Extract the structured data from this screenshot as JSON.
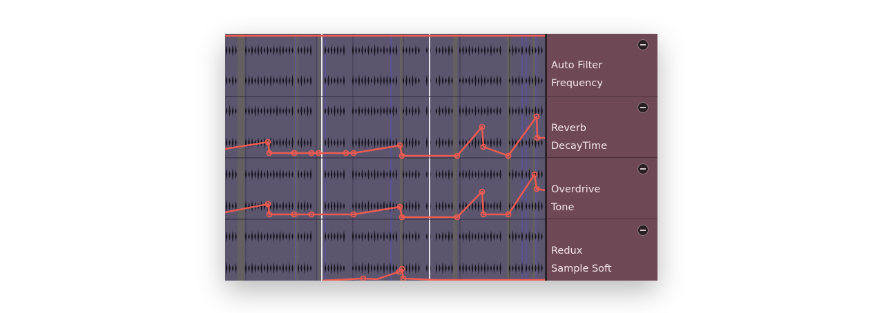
{
  "automation_lanes": [
    {
      "device": "Auto Filter",
      "parameter": "Frequency",
      "remove_icon": "minus-circle-icon"
    },
    {
      "device": "Reverb",
      "parameter": "DecayTime",
      "remove_icon": "minus-circle-icon"
    },
    {
      "device": "Overdrive",
      "parameter": "Tone",
      "remove_icon": "minus-circle-icon"
    },
    {
      "device": "Redux",
      "parameter": "Sample Soft",
      "remove_icon": "minus-circle-icon"
    }
  ],
  "colors": {
    "automation_line": "#f05a50",
    "clip_background": "#5b566e",
    "waveform": "#15131c",
    "panel_background": "#6f4856",
    "label_text": "#f1e6ea",
    "playhead": "#e6e6ee"
  }
}
